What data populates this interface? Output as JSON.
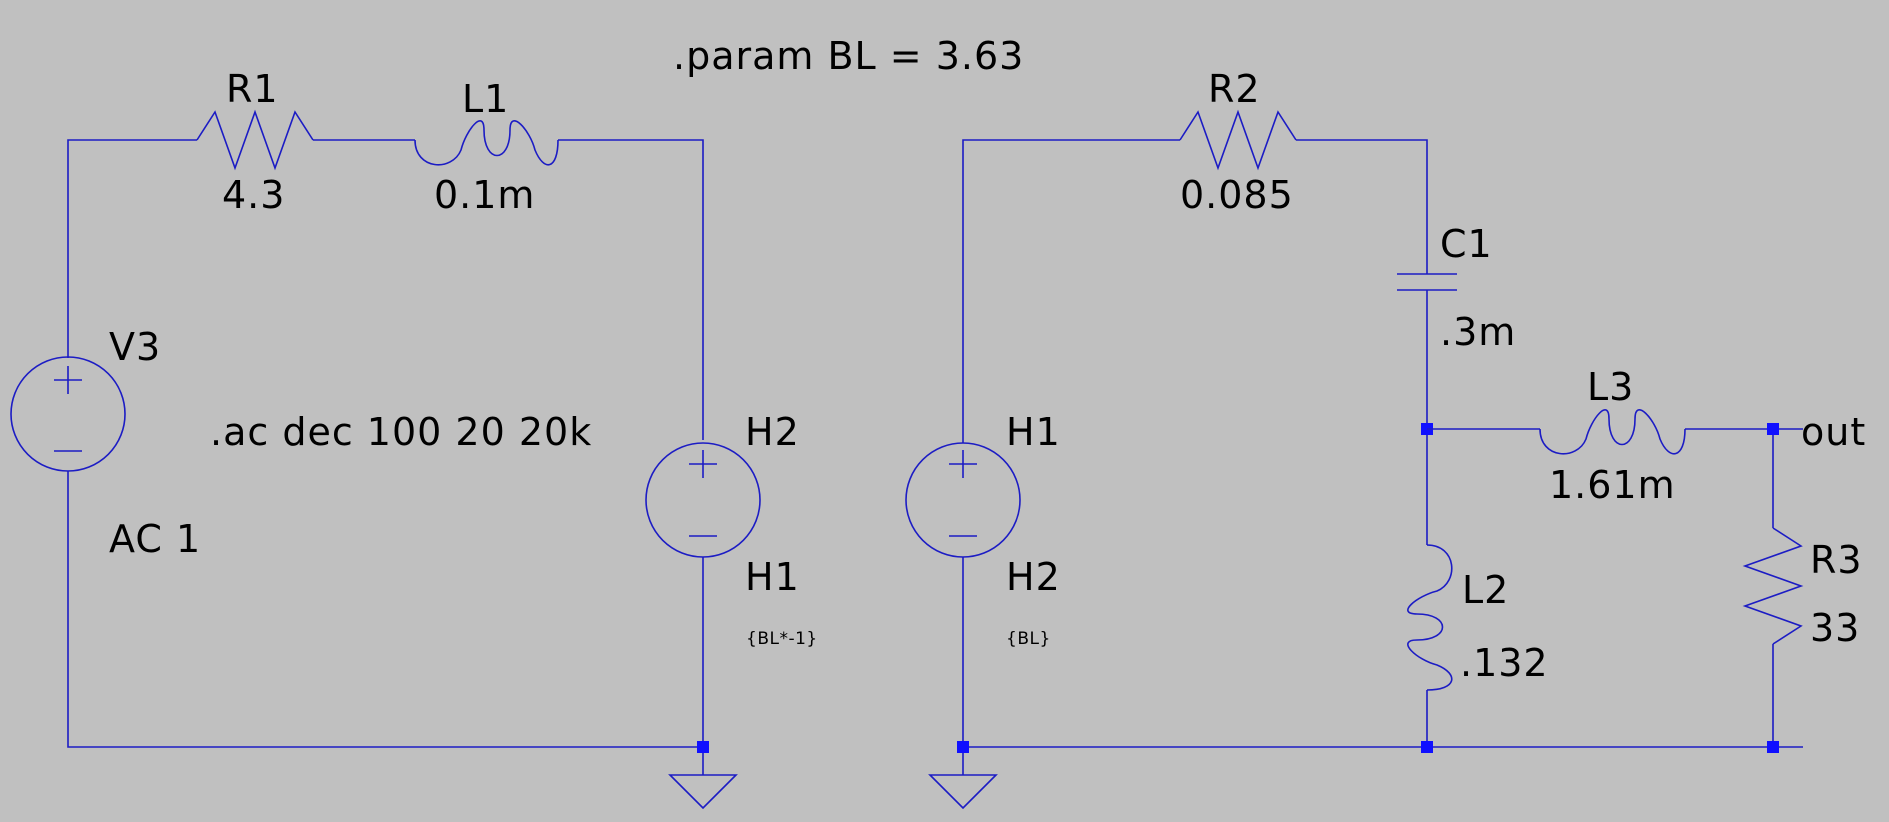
{
  "directives": {
    "param": ".param BL = 3.63",
    "ac": ".ac dec 100 20 20k"
  },
  "components": {
    "R1": {
      "name": "R1",
      "value": "4.3"
    },
    "L1": {
      "name": "L1",
      "value": "0.1m"
    },
    "V3": {
      "name": "V3",
      "value": "AC 1"
    },
    "H2_left": {
      "name": "H2",
      "ctrl": "H1",
      "gain": "{BL*-1}"
    },
    "H1_right": {
      "name": "H1",
      "ctrl": "H2",
      "gain": "{BL}"
    },
    "R2": {
      "name": "R2",
      "value": "0.085"
    },
    "C1": {
      "name": "C1",
      "value": ".3m"
    },
    "L3": {
      "name": "L3",
      "value": "1.61m"
    },
    "L2": {
      "name": "L2",
      "value": ".132"
    },
    "R3": {
      "name": "R3",
      "value": "33"
    }
  },
  "net_labels": {
    "out": "out"
  },
  "colors": {
    "background": "#c0c0c0",
    "wire": "#1c1cc4",
    "node": "#1010ff",
    "text": "#000000"
  }
}
